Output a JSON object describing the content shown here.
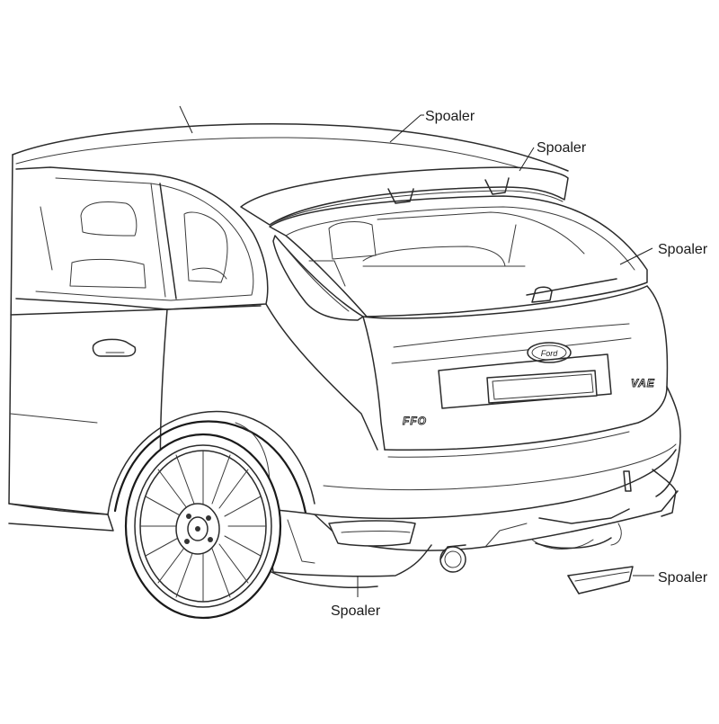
{
  "callouts": [
    {
      "id": "roof-spoiler",
      "label": "Spoaler"
    },
    {
      "id": "wing-spoiler",
      "label": "Spoaler"
    },
    {
      "id": "tailgate-spoiler",
      "label": "Spoaler"
    },
    {
      "id": "rear-diffuser",
      "label": "Spoaler"
    },
    {
      "id": "loose-spoiler-part",
      "label": "Spoaler"
    }
  ],
  "badges": {
    "left": "FFO",
    "right": "VAE",
    "emblem": "Ford"
  },
  "colors": {
    "line": "#2b2b2b",
    "background": "#ffffff"
  }
}
